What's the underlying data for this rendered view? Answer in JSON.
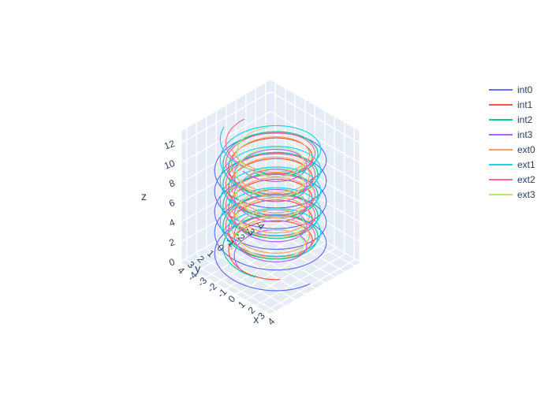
{
  "chart_data": {
    "type": "line3d",
    "axes": {
      "x": {
        "title": "x",
        "ticks": [
          "-4",
          "-3",
          "-2",
          "-1",
          "0",
          "1",
          "2",
          "3",
          "4"
        ]
      },
      "y": {
        "title": "y",
        "ticks": [
          "-4",
          "-3",
          "-2",
          "-1",
          "0",
          "1",
          "2",
          "3",
          "4"
        ]
      },
      "z": {
        "title": "z",
        "ticks": [
          "0",
          "2",
          "4",
          "6",
          "8",
          "10",
          "12"
        ]
      }
    },
    "legend_position": "top-right",
    "series": [
      {
        "name": "int0",
        "color": "#636efa",
        "radius": 4.0,
        "z_start": 0.0,
        "z_end": 10.5,
        "turns": 5.0
      },
      {
        "name": "int1",
        "color": "#EF553B",
        "radius": 3.0,
        "z_start": 0.5,
        "z_end": 11.0,
        "turns": 5.0
      },
      {
        "name": "int2",
        "color": "#00cc96",
        "radius": 3.4,
        "z_start": 1.0,
        "z_end": 11.5,
        "turns": 5.0
      },
      {
        "name": "int3",
        "color": "#ab63fa",
        "radius": 2.6,
        "z_start": 0.3,
        "z_end": 10.5,
        "turns": 5.0
      },
      {
        "name": "ext0",
        "color": "#FFA15A",
        "radius": 2.8,
        "z_start": 1.5,
        "z_end": 11.8,
        "turns": 5.0
      },
      {
        "name": "ext1",
        "color": "#19d3f3",
        "radius": 3.6,
        "z_start": 2.0,
        "z_end": 12.5,
        "turns": 5.0
      },
      {
        "name": "ext2",
        "color": "#FF6692",
        "radius": 3.2,
        "z_start": 1.8,
        "z_end": 12.3,
        "turns": 5.0
      },
      {
        "name": "ext3",
        "color": "#B6E880",
        "radius": 2.4,
        "z_start": 1.2,
        "z_end": 11.6,
        "turns": 5.0
      }
    ]
  }
}
